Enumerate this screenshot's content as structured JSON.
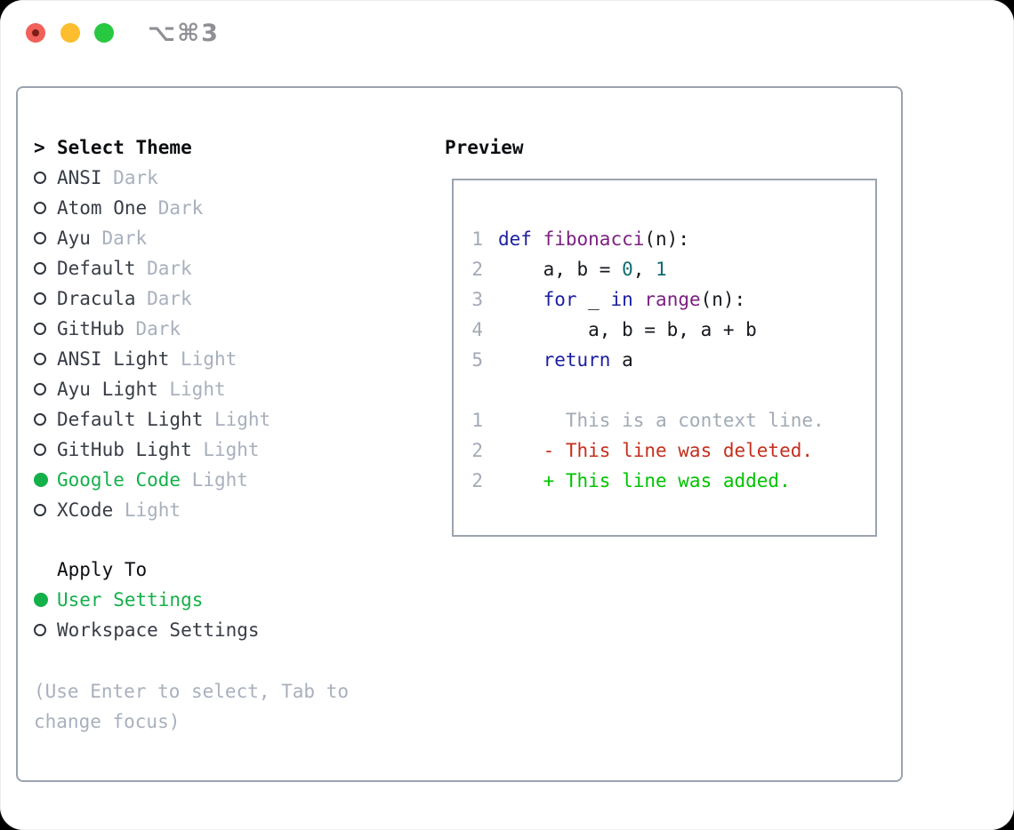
{
  "window": {
    "title": "⌥⌘3",
    "traffic_lights": [
      {
        "name": "close",
        "color": "#f1605a"
      },
      {
        "name": "minimize",
        "color": "#fcbd2e"
      },
      {
        "name": "zoom",
        "color": "#28c840"
      }
    ]
  },
  "theme_selector": {
    "header_prefix": ">",
    "header": "Select Theme",
    "items": [
      {
        "name": "ANSI",
        "variant": "Dark",
        "selected": false
      },
      {
        "name": "Atom One",
        "variant": "Dark",
        "selected": false
      },
      {
        "name": "Ayu",
        "variant": "Dark",
        "selected": false
      },
      {
        "name": "Default",
        "variant": "Dark",
        "selected": false
      },
      {
        "name": "Dracula",
        "variant": "Dark",
        "selected": false
      },
      {
        "name": "GitHub",
        "variant": "Dark",
        "selected": false
      },
      {
        "name": "ANSI Light",
        "variant": "Light",
        "selected": false
      },
      {
        "name": "Ayu Light",
        "variant": "Light",
        "selected": false
      },
      {
        "name": "Default Light",
        "variant": "Light",
        "selected": false
      },
      {
        "name": "GitHub Light",
        "variant": "Light",
        "selected": false
      },
      {
        "name": "Google Code",
        "variant": "Light",
        "selected": true
      },
      {
        "name": "XCode",
        "variant": "Light",
        "selected": false
      }
    ]
  },
  "apply_to": {
    "header": "Apply To",
    "options": [
      {
        "label": "User Settings",
        "selected": true
      },
      {
        "label": "Workspace Settings",
        "selected": false
      }
    ]
  },
  "hint": {
    "text": "(Use Enter to select, Tab to change focus)"
  },
  "preview": {
    "header": "Preview",
    "code_lines": [
      {
        "num": "1",
        "segments": [
          {
            "c": "kwd",
            "t": "def"
          },
          {
            "c": "pln",
            "t": " "
          },
          {
            "c": "typ",
            "t": "fibonacci"
          },
          {
            "c": "pln",
            "t": "(n):"
          }
        ]
      },
      {
        "num": "2",
        "segments": [
          {
            "c": "pln",
            "t": "    a, b = "
          },
          {
            "c": "lit",
            "t": "0"
          },
          {
            "c": "pln",
            "t": ", "
          },
          {
            "c": "lit",
            "t": "1"
          }
        ]
      },
      {
        "num": "3",
        "segments": [
          {
            "c": "pln",
            "t": "    "
          },
          {
            "c": "kwd",
            "t": "for"
          },
          {
            "c": "pln",
            "t": " _ "
          },
          {
            "c": "kwd",
            "t": "in"
          },
          {
            "c": "pln",
            "t": " "
          },
          {
            "c": "typ",
            "t": "range"
          },
          {
            "c": "pln",
            "t": "(n):"
          }
        ]
      },
      {
        "num": "4",
        "segments": [
          {
            "c": "pln",
            "t": "        a, b = b, a + b"
          }
        ]
      },
      {
        "num": "5",
        "segments": [
          {
            "c": "pln",
            "t": "    "
          },
          {
            "c": "kwd",
            "t": "return"
          },
          {
            "c": "pln",
            "t": " a"
          }
        ]
      }
    ],
    "diff_lines": [
      {
        "num": "1",
        "type": "context",
        "text": "      This is a context line."
      },
      {
        "num": "2",
        "type": "deleted",
        "text": "    - This line was deleted."
      },
      {
        "num": "2",
        "type": "added",
        "text": "    + This line was added."
      }
    ]
  },
  "colors": {
    "dark": "#383d47",
    "suffix": "#a8b0bd",
    "green": "#14b04a",
    "added": "#00c300",
    "red": "#c52f1d",
    "kwd": "#1b1fa0",
    "typ": "#7b2181",
    "lit": "#116b6e",
    "pln": "#15181d",
    "gray": "#a2aab6",
    "border": "#9ba3ae",
    "header": "#0c0e12",
    "title": "#8f9096"
  }
}
